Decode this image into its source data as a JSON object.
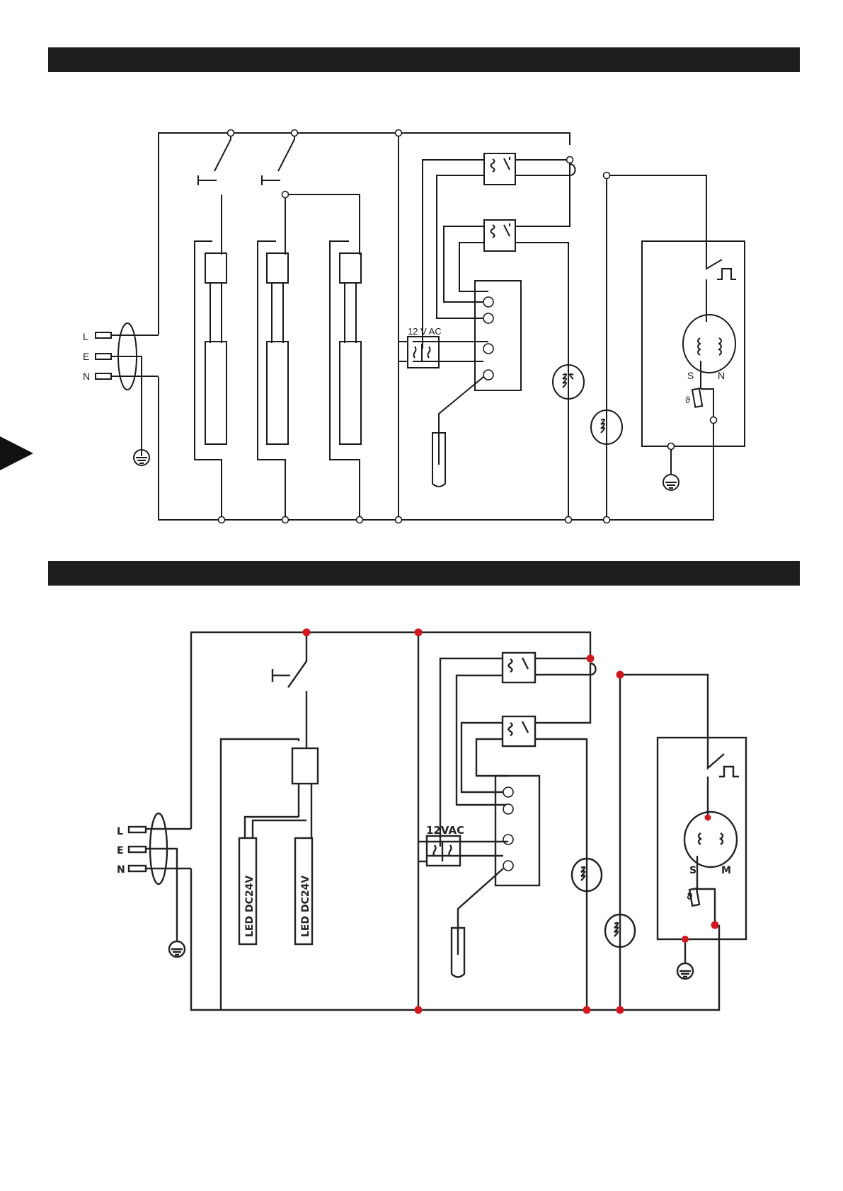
{
  "page": {
    "header_bar_top": "",
    "header_bar_mid": ""
  },
  "diagram_top": {
    "terminals": [
      "L",
      "E",
      "N"
    ],
    "transformer_label": "12 V AC",
    "motor_labels": [
      "S",
      "N"
    ]
  },
  "diagram_bottom": {
    "terminals": [
      "L",
      "E",
      "N"
    ],
    "transformer_label": "12VAC",
    "led_labels": [
      "LED DC24V",
      "LED DC24V"
    ],
    "motor_labels": [
      "S",
      "M"
    ]
  },
  "colors": {
    "wire": "#1a1a1a",
    "bar": "#1e1e1e",
    "junction_red": "#d0181e"
  }
}
